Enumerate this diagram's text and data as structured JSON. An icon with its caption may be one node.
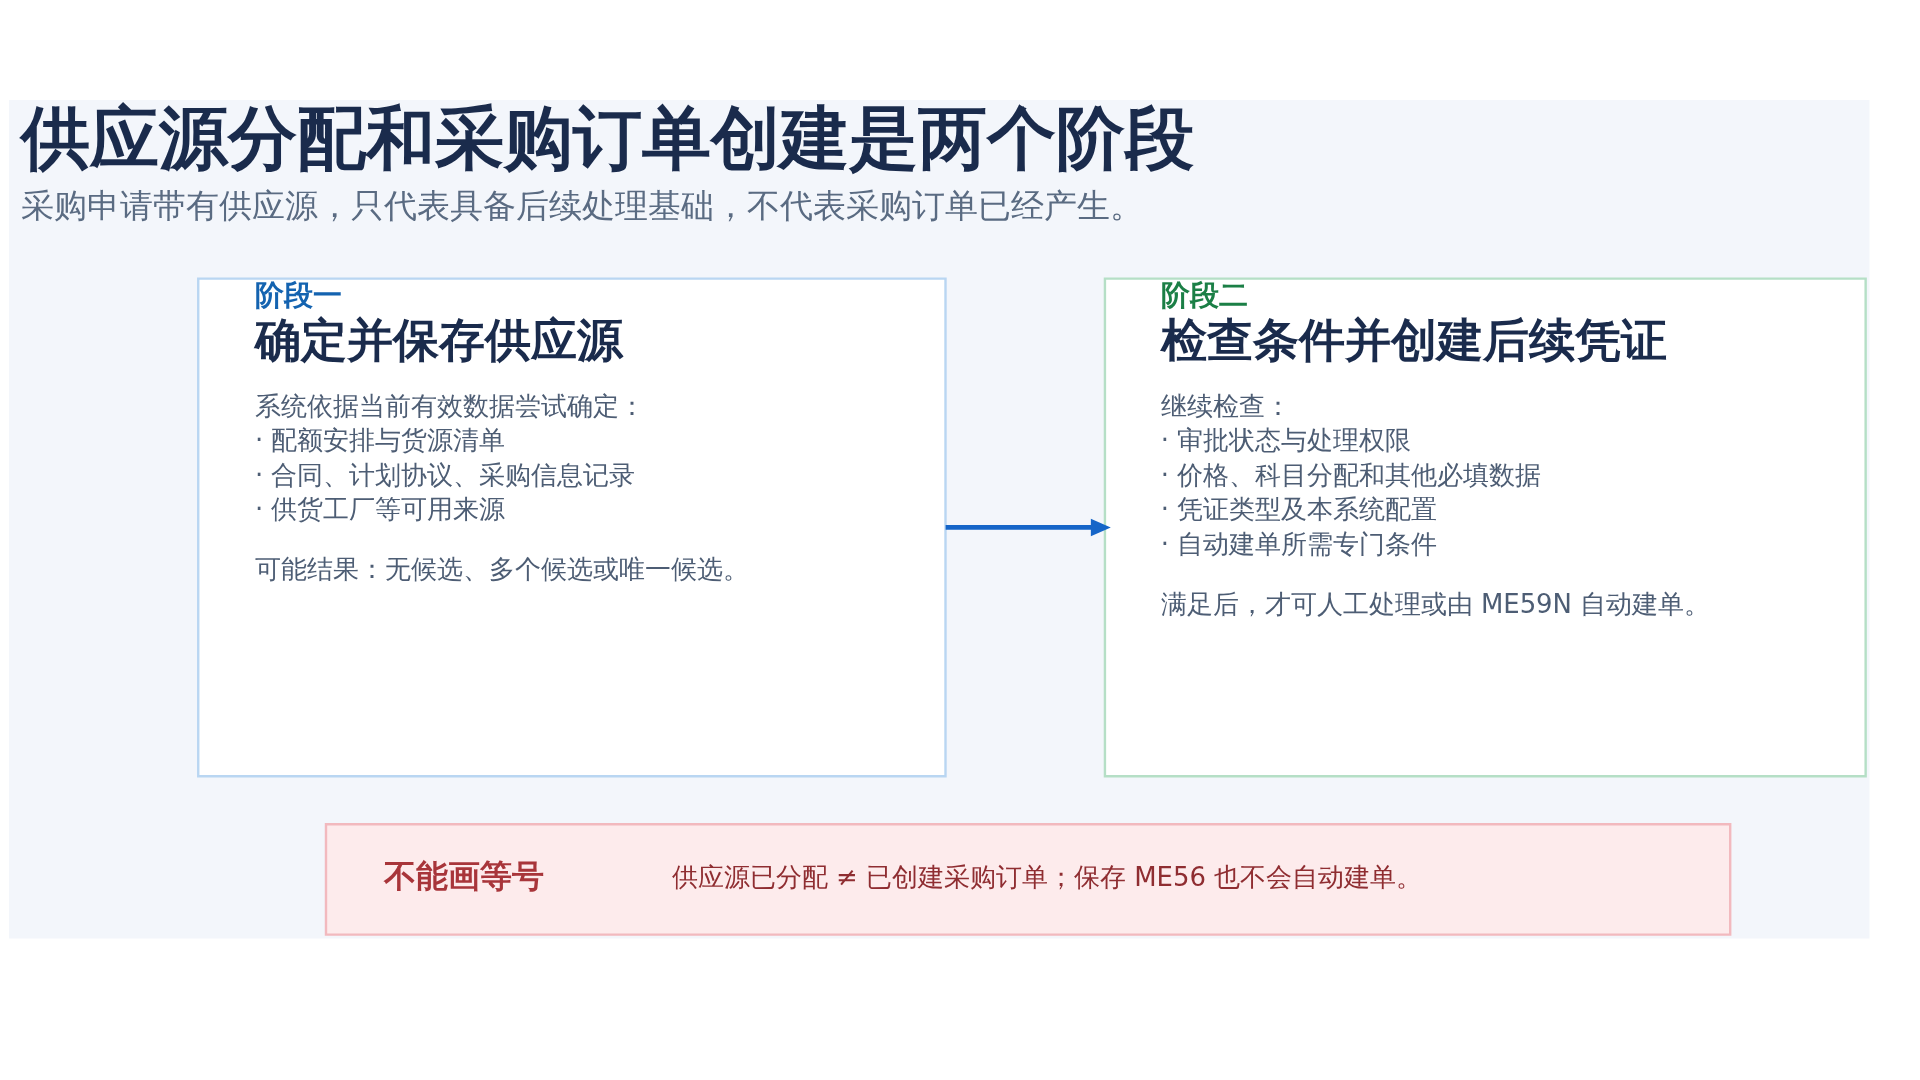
{
  "diagram": {
    "title": "供应源分配和采购订单创建是两个阶段",
    "nodes": [
      {
        "text": [
          "阶段一",
          "确定并保存供应源",
          "系统依据当前有效数据尝试确定：",
          "· 配额安排与货源清单",
          "· 合同、计划协议、采购信息记录",
          "· 供货工厂等可用来源",
          "可能结果：无候选、多个候选或唯一候选。"
        ]
      },
      {
        "text": [
          "阶段二",
          "检查条件并创建后续凭证",
          "继续检查：",
          "· 审批状态与处理权限",
          "· 价格、科目分配和其他必填数据",
          "· 凭证类型及本系统配置",
          "· 自动建单所需专门条件",
          "满足后，才可人工处理或由 ME59N 自动建单。"
        ]
      },
      {
        "text": [
          "不能画等号",
          "供应源已分配 ≠ 已创建采购订单；保存 ME56 也不会自动建单。"
        ]
      }
    ],
    "edges": [
      {
        "from": 0,
        "to": 1,
        "arrow": "to"
      }
    ],
    "labels": [
      "采购申请带有供应源，只代表具备后续处理基础，不代表采购订单已经产生。"
    ]
  }
}
